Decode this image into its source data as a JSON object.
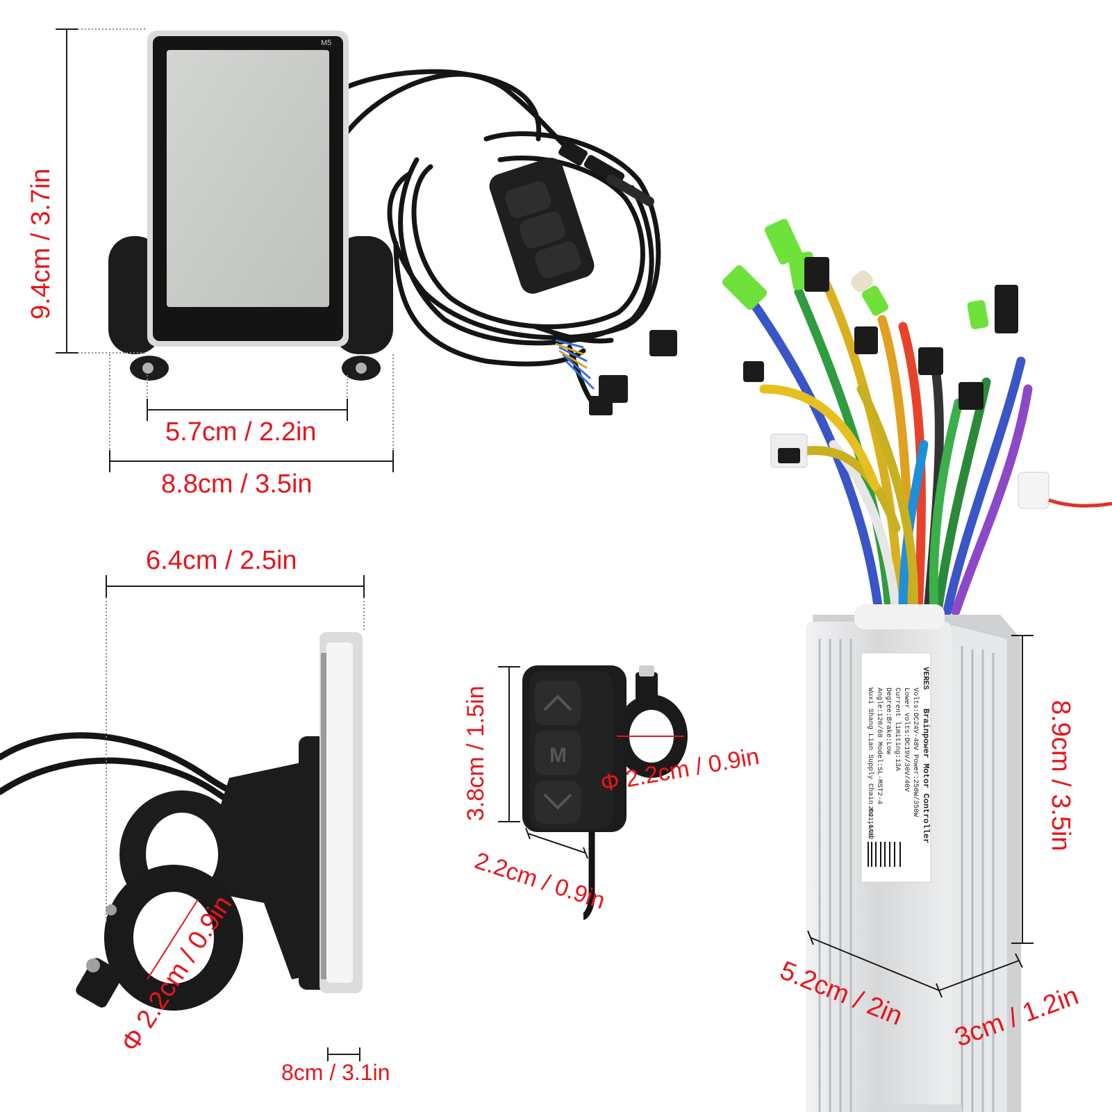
{
  "display_model_label": "M5",
  "dimensions": {
    "display_height": "9.4cm / 3.7in",
    "display_clamp_spacing": "5.7cm / 2.2in",
    "display_width": "8.8cm / 3.5in",
    "side_view_width": "6.4cm / 2.5in",
    "side_view_clamp_diameter": "Φ 2.2cm / 0.9in",
    "side_view_thickness": "8cm / 3.1in",
    "button_height": "3.8cm / 1.5in",
    "button_width": "2.2cm / 0.9in",
    "button_clamp_diameter": "Φ 2.2cm / 0.9in",
    "controller_height": "8.9cm / 3.5in",
    "controller_length": "5.2cm / 2in",
    "controller_depth": "3cm / 1.2in"
  },
  "controller_label": {
    "brand": "VERES",
    "title": "Brainpower Motor Controller",
    "lines": [
      "Volts:DC24V-48V Power:250W/350W",
      "Lower volts:DC19V/30V/40V",
      "Current limiting:13A",
      "Degree:Brake:Low",
      "Angle:120/60 Model:SL-MST2-4",
      "Wuxi Shang Lian Supply Chain Co.,Ltd"
    ],
    "serial": "202110A02"
  },
  "colors": {
    "dimension_text": "#e8141a",
    "dimension_line": "#1a1a1a",
    "lcd_screen": "#c9cbc7",
    "housing": "#1d1d1d",
    "controller_body": "#dfe1e3"
  }
}
